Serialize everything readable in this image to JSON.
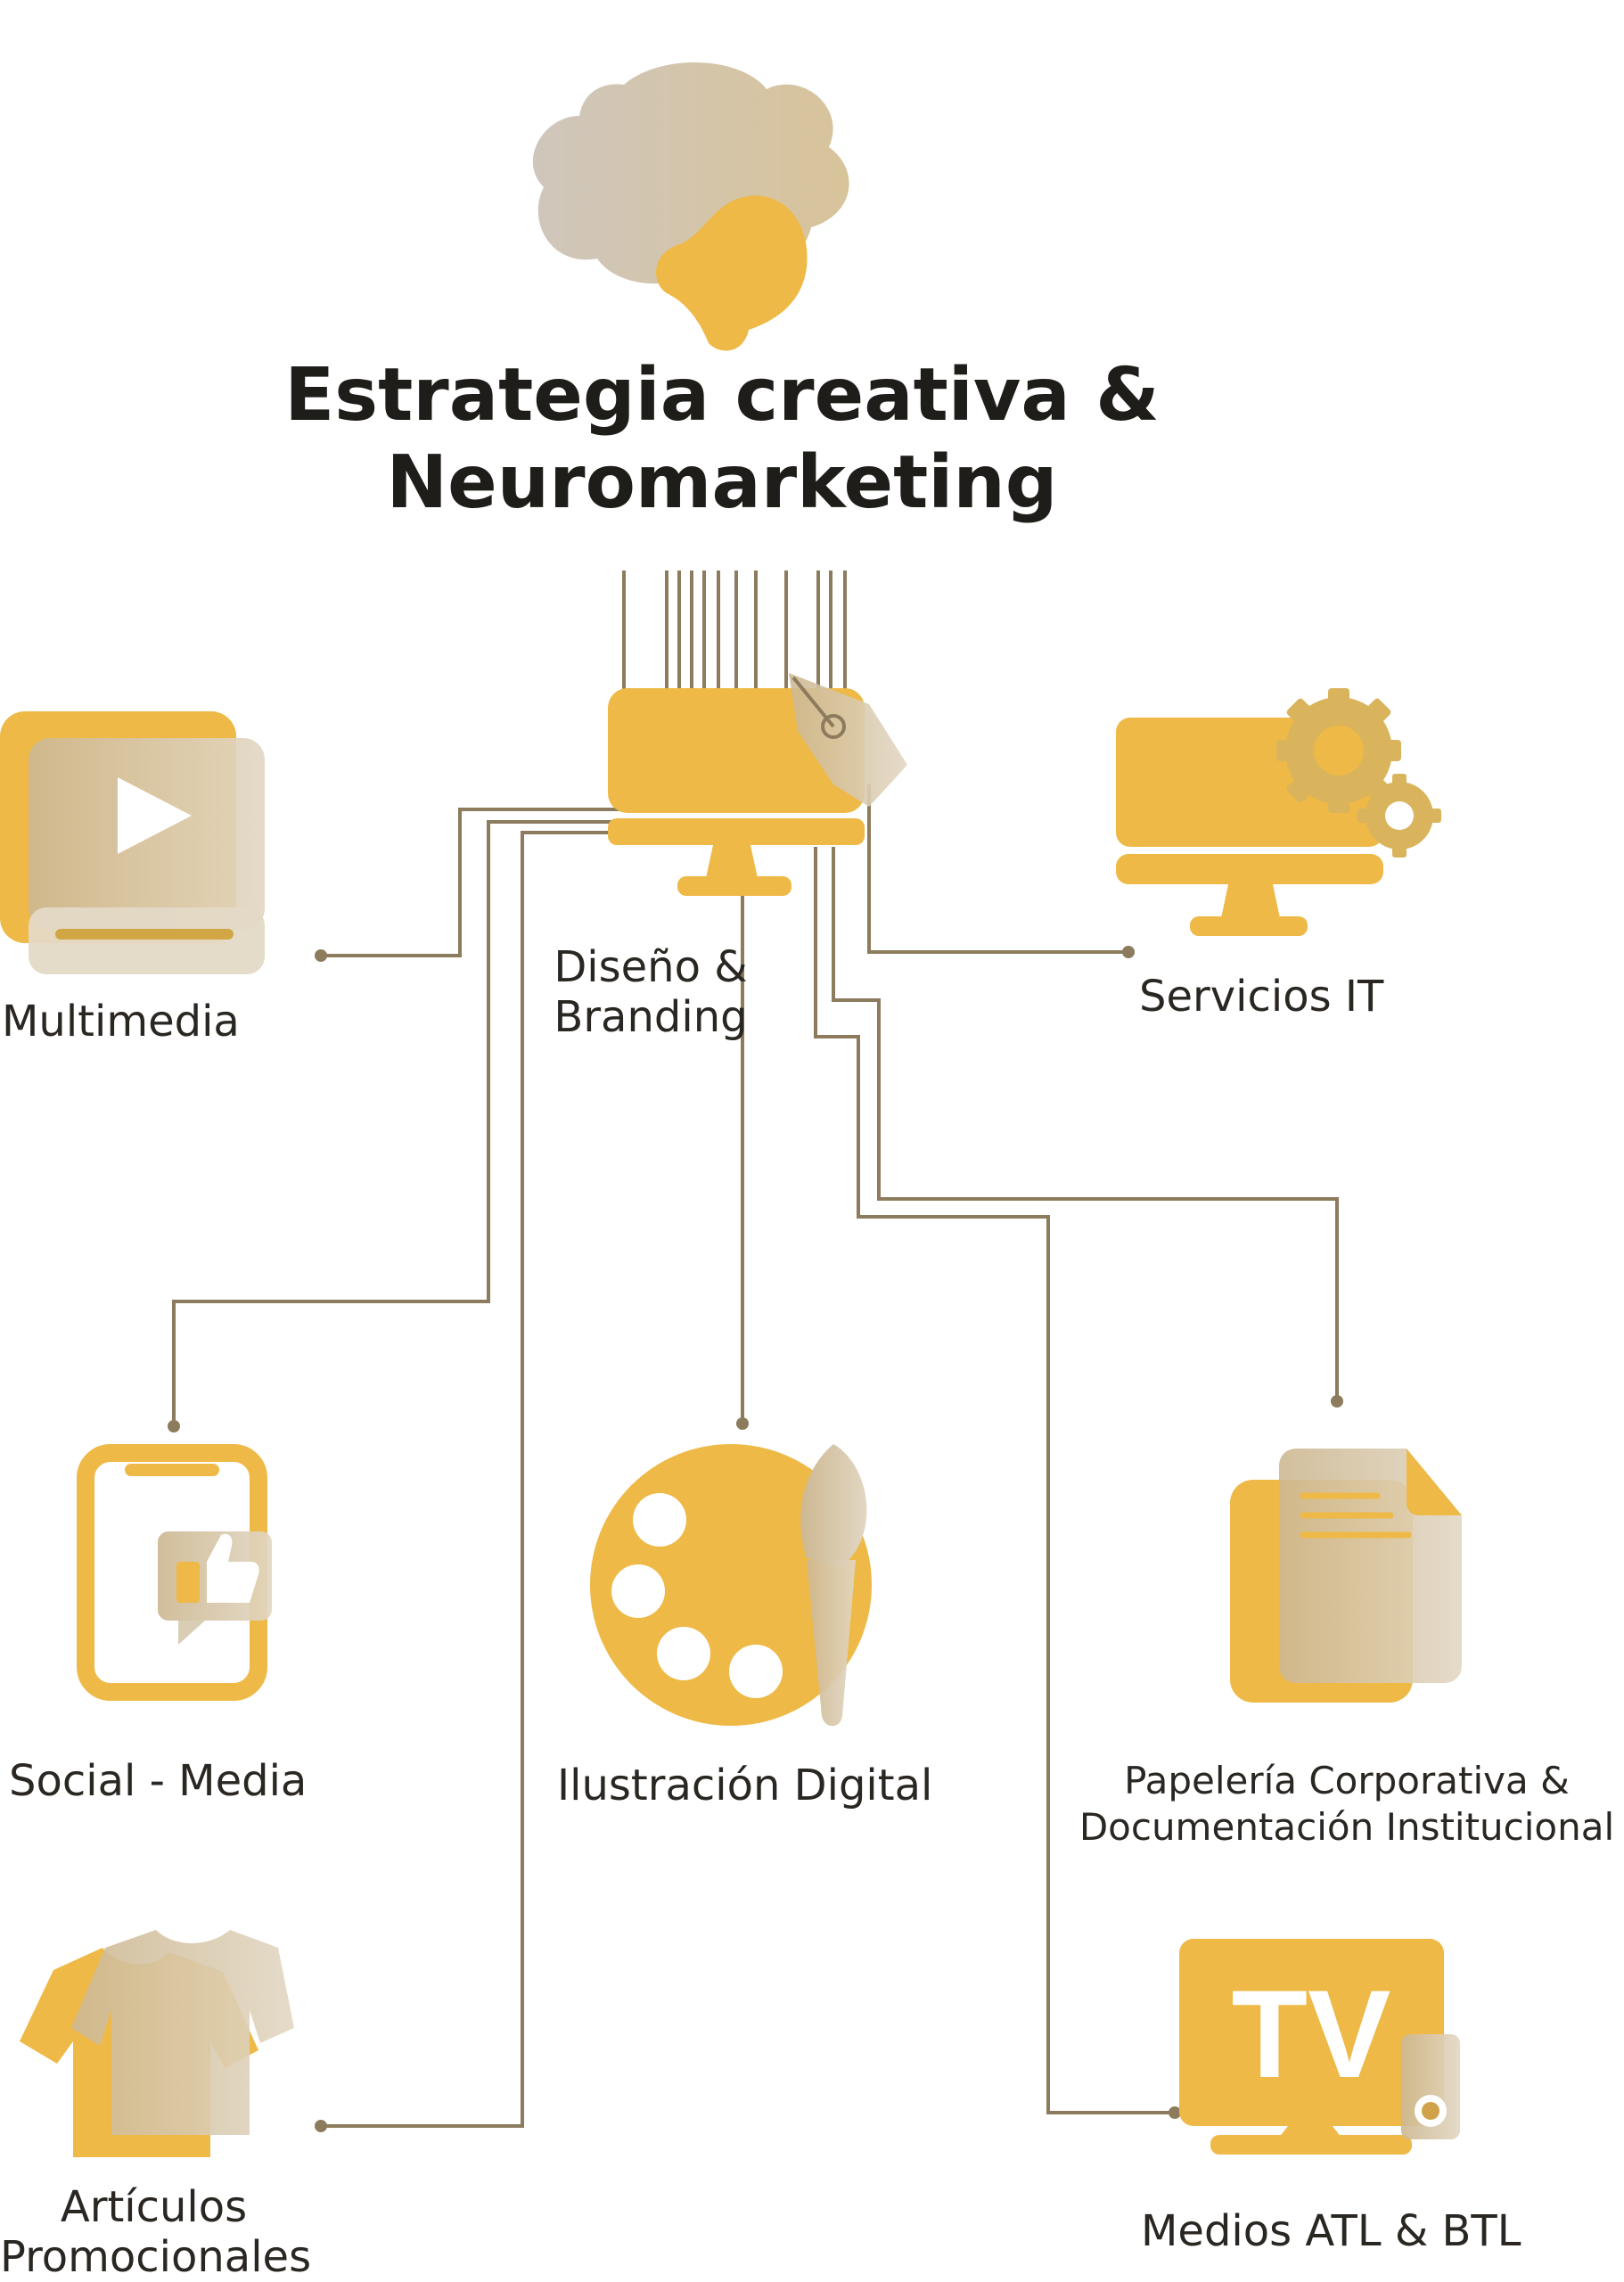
{
  "title": {
    "line1": "Estrategia creativa &",
    "line2": "Neuromarketing"
  },
  "center_node": {
    "line1": "Diseño &",
    "line2": "Branding",
    "icon": "design-monitor-pen-icon"
  },
  "services": [
    {
      "id": "multimedia",
      "label": "Multimedia",
      "icon": "video-player-icon"
    },
    {
      "id": "servicios-it",
      "label": "Servicios IT",
      "icon": "monitor-gears-icon"
    },
    {
      "id": "social-media",
      "label": "Social - Media",
      "icon": "phone-like-icon"
    },
    {
      "id": "ilustracion",
      "label": "Ilustración Digital",
      "icon": "palette-brush-icon"
    },
    {
      "id": "papeleria",
      "line1": "Papelería Corporativa &",
      "line2": "Documentación Institucional",
      "icon": "documents-icon"
    },
    {
      "id": "articulos",
      "line1": "Artículos",
      "line2": "Promocionales",
      "icon": "tshirt-icon"
    },
    {
      "id": "medios",
      "label": "Medios ATL & BTL",
      "icon": "tv-icon"
    }
  ],
  "colors": {
    "accent": "#EEB946",
    "connector": "#8C7B5C",
    "glass": "#D9CDB4",
    "text": "#1F1D1A"
  }
}
